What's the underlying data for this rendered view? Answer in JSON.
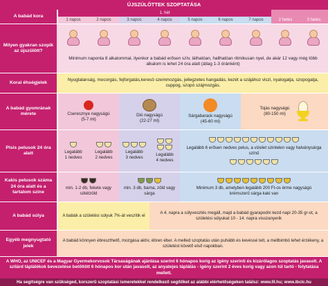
{
  "title": "ÚJSZÜLÖTTEK SZOPTATÁSA",
  "header": {
    "row_label": "A babád kora",
    "week1": "1. hét",
    "days": [
      "1 napos",
      "2 napos",
      "3 napos",
      "4 napos",
      "5 napos",
      "6 napos",
      "7 napos"
    ],
    "week2": "2 hetes",
    "week3": "3 hetes"
  },
  "rows": {
    "frequency": {
      "label": "Milyen gyakran szopik az újszülött?",
      "text": "Minimum naponta 8 alkalommal, ilyenkor a babád erősen szív, láthatóan, hallhatóan ritmikusan nyel, de akár 12 vagy még több alkalom is lehet 24 óra alatt (átlag 1-3 óránként)"
    },
    "hunger": {
      "label": "Korai éhségjelek",
      "text": "Nyugtalanság, mocorgás, fejforgatás,keresö szemmozgás, jellegzetes hangadás, kezét a szájához viszi, nyalogatja, szopogatja, cuppog, szopó szájmozgás."
    },
    "stomach": {
      "label": "A babád gyomrának mérete",
      "items": [
        {
          "name": "Cseresznye nagyságú",
          "vol": "(5-7 ml)"
        },
        {
          "name": "Dió nagyságú",
          "vol": "(22-27 ml)"
        },
        {
          "name": "Sárgabarack nagyságú",
          "vol": "(45-60 ml)"
        },
        {
          "name": "Tojás nagyságú",
          "vol": "(80-150 ml)"
        }
      ]
    },
    "wet": {
      "label": "Pisis pelusok 24 óra alatt",
      "items": [
        {
          "top": "Legalább",
          "bottom": "1 nedves"
        },
        {
          "top": "Legalább",
          "bottom": "2 nedves"
        },
        {
          "top": "Legalább",
          "bottom": "3 nedves"
        },
        {
          "top": "Legalább",
          "bottom": "4 nedves"
        }
      ],
      "later": "Legalább 6 erősen nedves pelus, a vizelet szintelen vagy halványsárga színű"
    },
    "dirty": {
      "label": "Kakis pelusok száma 24 óra alatt és a tartalom színe",
      "a": "min. 1-2 db, fekete vagy sötétzöld",
      "b": "min. 3 db, barna, zöld vagy sárga",
      "c": "Minimum 3 db, amelyben legalább 200 Ft-os érme nagyságú krémszerű sárga kaki van"
    },
    "weight": {
      "label": "A babád súlya",
      "a": "A babák a születési súlyuk 7%-át veszítik el",
      "b": "A 4. napra a súlyvesztés megáll, majd a babád gyarapodni kezd napi 20-35 gr-ot, a születési súlyukat 10 - 14. napra visszanyerik"
    },
    "other": {
      "label": "Egyéb megnyugtató jelek",
      "text": "A babád könnyen ébreszthető, mozgása aktív, ébren éber. A melled szoptatás után puhább és kevéssé telt, a mellbimbó lehet érzékeny, a születést követő első napokban."
    }
  },
  "footer": {
    "main": "A WHO, az UNICEF és a Magyar Gyermekorvosok Társaságának ajánlása szerint 6 hónapos korig az igény szerinti és kizárólagos szoptatás javasolt. A szilárd táplálékok bevezetése betöltött 6 hónapos kor után javasolt, az anyatejes táplálás - igény szerint 2 éves korig vagy azon túl tartó - folytatása mellett.",
    "help": "Ha segítségre van szükséged, korszerű szoptatási ismeretekkel rendelkező segítőket az alábbi elérhetőségeken találsz: www.lll.hu; www.ibclc.hu"
  },
  "colors": {
    "magenta": "#c4206e",
    "pink": "#f2c7d9",
    "lavender": "#d6d1ea",
    "blue": "#c9dcf0",
    "yellow": "#fbeea8",
    "peach": "#fcd9c2"
  }
}
